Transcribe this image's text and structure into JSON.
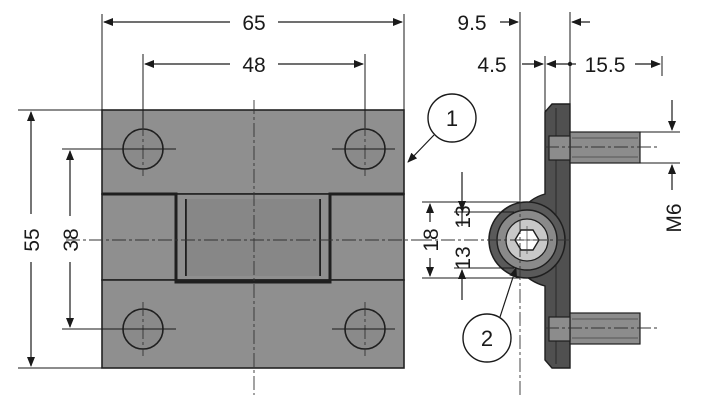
{
  "dimensions": {
    "width_65": "65",
    "hole_spacing_48": "48",
    "height_55": "55",
    "hole_spacing_38": "38",
    "side_9_5": "9.5",
    "side_4_5": "4.5",
    "side_15_5": "15.5",
    "thread_m6": "M6",
    "knuckle_18": "18",
    "knuckle_13_left": "13",
    "knuckle_13_upper": "13"
  },
  "callouts": {
    "one": "1",
    "two": "2"
  }
}
